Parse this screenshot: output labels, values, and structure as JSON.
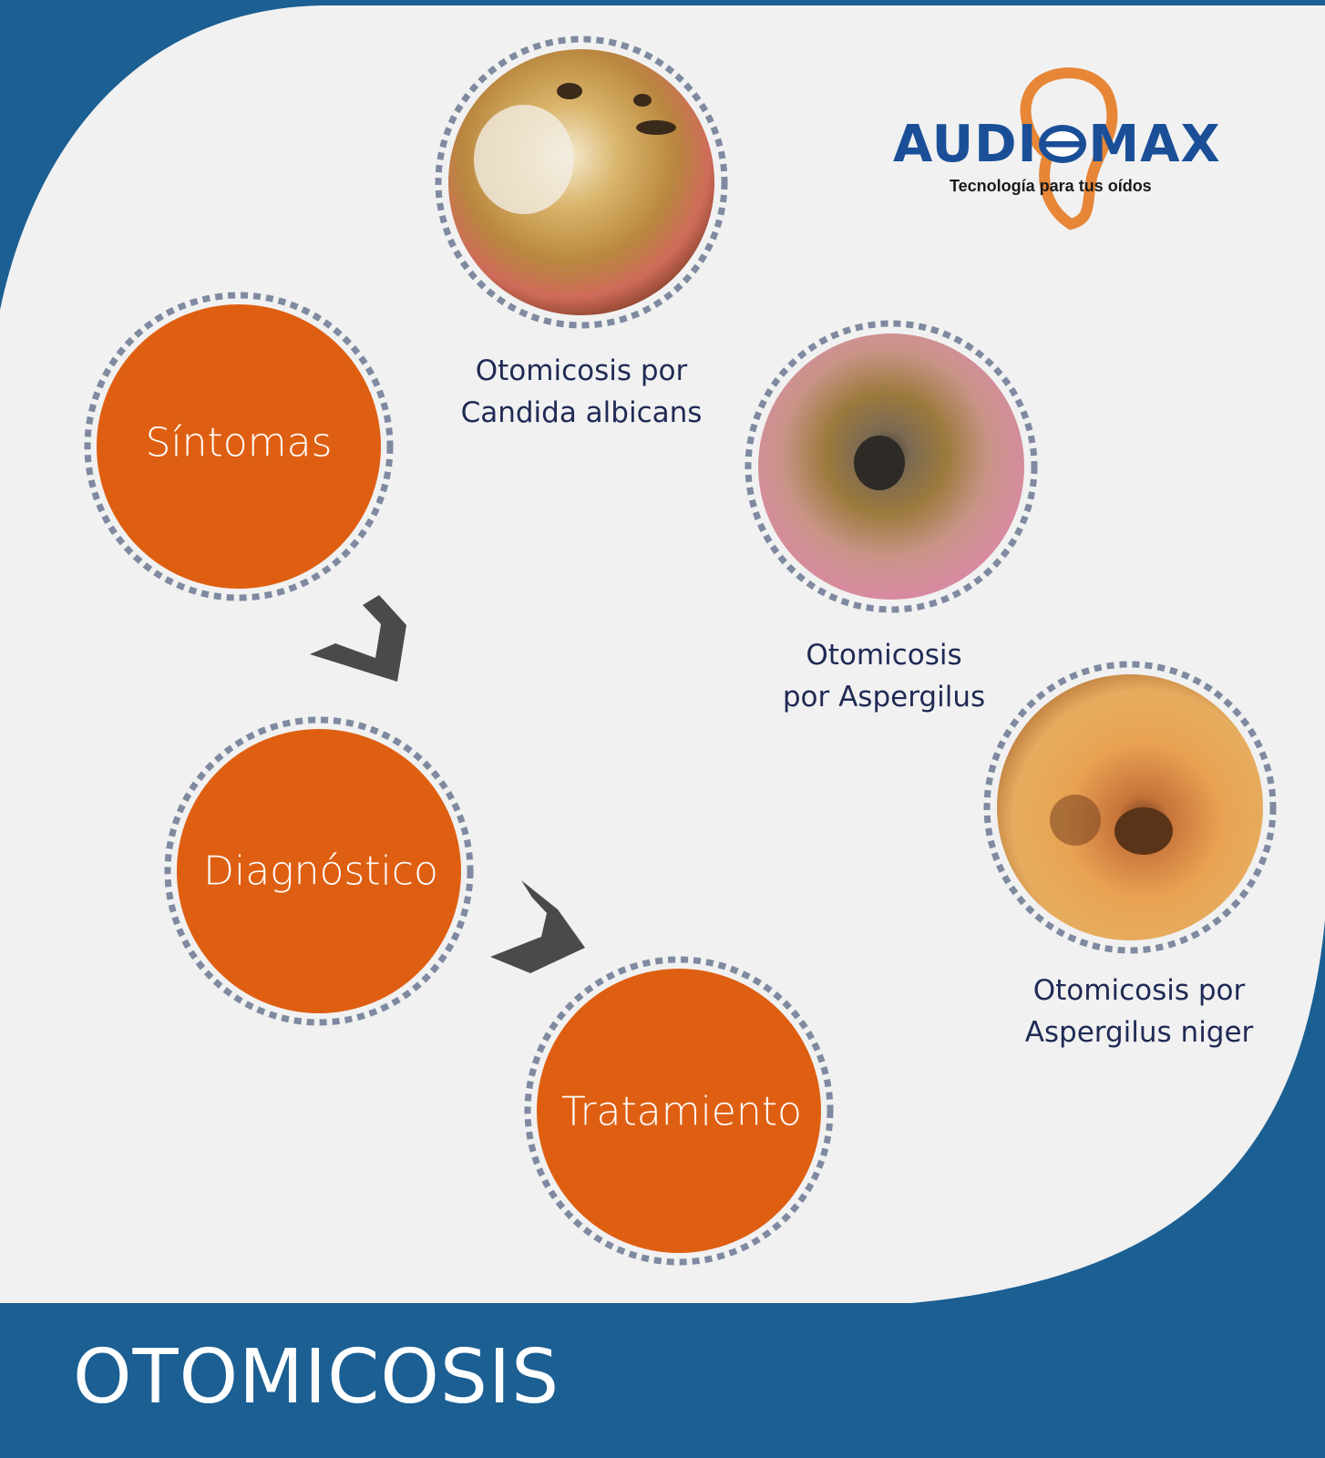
{
  "title": "OTOMICOSIS",
  "logo": {
    "brand_left": "AUDI",
    "brand_right": "MAX",
    "tagline": "Tecnología para tus oídos"
  },
  "steps": [
    {
      "label": "Síntomas"
    },
    {
      "label": "Diagnóstico"
    },
    {
      "label": "Tratamiento"
    }
  ],
  "photos": [
    {
      "caption_line1": "Otomicosis por",
      "caption_line2": "Candida albicans"
    },
    {
      "caption_line1": "Otomicosis",
      "caption_line2": "por Aspergilus"
    },
    {
      "caption_line1": "Otomicosis por",
      "caption_line2": "Aspergilus niger"
    }
  ],
  "colors": {
    "background_blue": "#1b5f93",
    "panel": "#f1f1f1",
    "step_orange": "#df5f12",
    "dash_gray": "#7f8aa0",
    "arrow_gray": "#4a4a4a",
    "logo_blue": "#1a4f98",
    "logo_orange": "#e57a22"
  }
}
